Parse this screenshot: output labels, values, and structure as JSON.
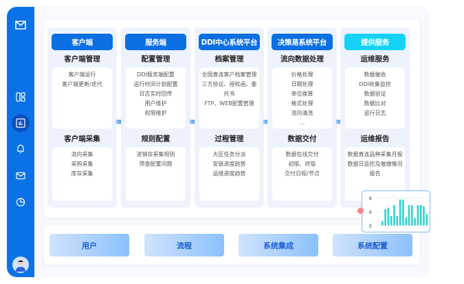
{
  "sidebar": {
    "items": [
      {
        "icon": "logo-icon"
      },
      {
        "icon": "layout-icon"
      },
      {
        "icon": "dashboard-icon",
        "active": true
      },
      {
        "icon": "bell-icon"
      },
      {
        "icon": "mail-icon"
      },
      {
        "icon": "pie-chart-icon"
      },
      {
        "icon": "avatar"
      }
    ]
  },
  "columns": [
    {
      "header": "客户端",
      "sections": [
        {
          "title": "客户端管理",
          "items": [
            "客户端运行",
            "客户端更新/迭代"
          ]
        },
        {
          "title": "客户端采集",
          "items": [
            "流向采集",
            "采购采集",
            "库存采集"
          ]
        }
      ]
    },
    {
      "header": "服务端",
      "sections": [
        {
          "title": "配置管理",
          "items": [
            "DDI服务端配置",
            "运行时间计划配置",
            "日志实时回传",
            "用户维护",
            "权限维护"
          ]
        },
        {
          "title": "规则配置",
          "items": [
            "进销存采集规则",
            "筛查配置问题"
          ]
        }
      ]
    },
    {
      "header": "DDI中心系统平台",
      "sections": [
        {
          "title": "档案管理",
          "items": [
            "全国直连客户档案管理",
            "三方协议、授权函、委托书",
            "FTP、WEB配置管理"
          ]
        },
        {
          "title": "过程管理",
          "items": [
            "大区任务分派",
            "安装进度趋势",
            "运维进度趋势"
          ]
        }
      ]
    },
    {
      "header": "决策易系统平台",
      "sections": [
        {
          "title": "流向数据处理",
          "items": [
            "价格处理",
            "日期处理",
            "单位换算",
            "格式处理",
            "流向清洗",
            "..."
          ]
        },
        {
          "title": "数据交付",
          "items": [
            "数据在线交付",
            "初版、终版",
            "交付日程/节点"
          ]
        }
      ]
    },
    {
      "header": "提供服务",
      "sections": [
        {
          "title": "运维服务",
          "items": [
            "数据催收",
            "DDI收集监控",
            "数据验证",
            "数据比对",
            "运行日志"
          ]
        },
        {
          "title": "运维报告",
          "items": [
            "数据直连品种采集月报",
            "数据日监控及催缴情况报告"
          ]
        }
      ]
    }
  ],
  "bottom_buttons": [
    "用户",
    "流程",
    "系统集成",
    "系统配置"
  ],
  "chart_data": {
    "type": "bar",
    "yticks": [
      "0",
      "4",
      "8"
    ],
    "ylim": [
      0,
      9
    ],
    "values": [
      1.3,
      4.8,
      5.2,
      2.8,
      6,
      2.8,
      7.6,
      7.6,
      2.4,
      6,
      6,
      2.2,
      6,
      6,
      5.6,
      3.4
    ],
    "color": "#2ed3cf"
  }
}
